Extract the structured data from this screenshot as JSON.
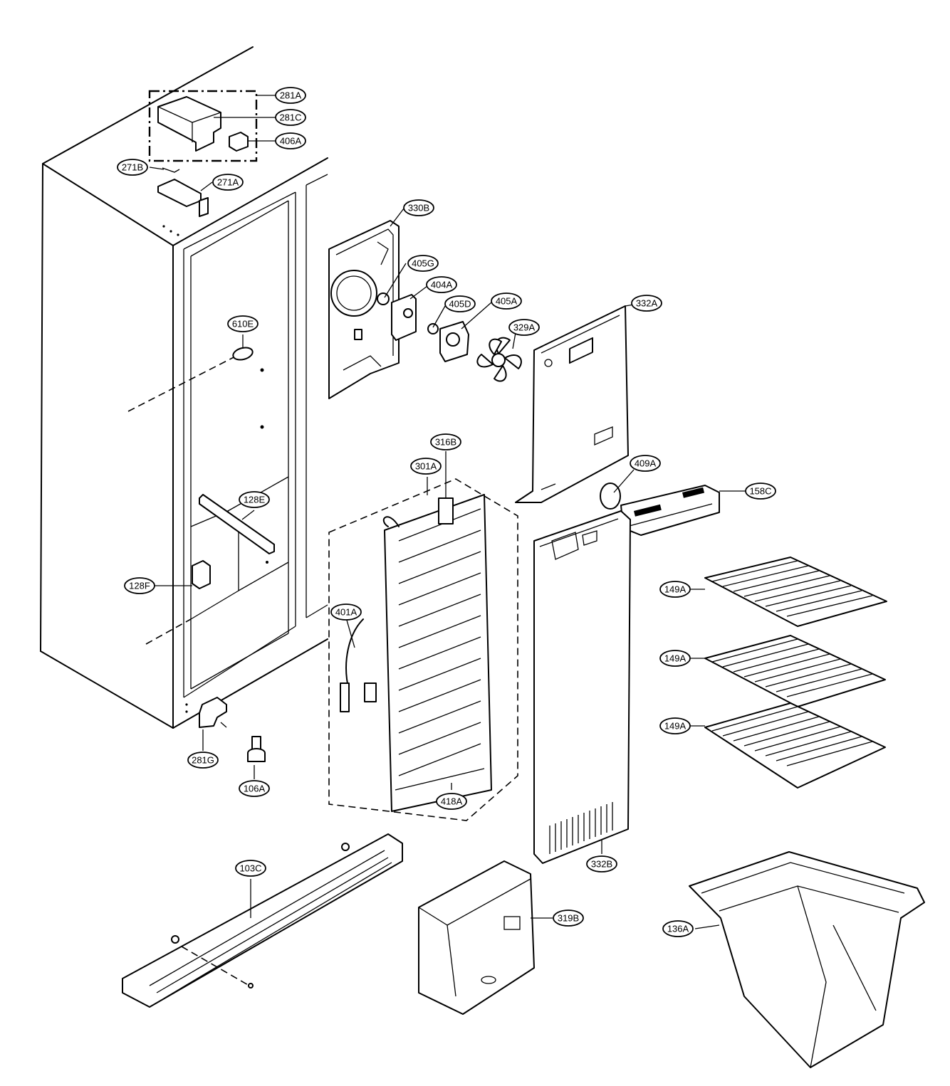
{
  "diagram": {
    "callouts": [
      {
        "id": "281A",
        "label": "281A"
      },
      {
        "id": "281C",
        "label": "281C"
      },
      {
        "id": "406A",
        "label": "406A"
      },
      {
        "id": "271B",
        "label": "271B"
      },
      {
        "id": "271A",
        "label": "271A"
      },
      {
        "id": "330B",
        "label": "330B"
      },
      {
        "id": "405G",
        "label": "405G"
      },
      {
        "id": "404A",
        "label": "404A"
      },
      {
        "id": "405D",
        "label": "405D"
      },
      {
        "id": "405A",
        "label": "405A"
      },
      {
        "id": "332A",
        "label": "332A"
      },
      {
        "id": "329A",
        "label": "329A"
      },
      {
        "id": "610E",
        "label": "610E"
      },
      {
        "id": "316B",
        "label": "316B"
      },
      {
        "id": "301A",
        "label": "301A"
      },
      {
        "id": "409A",
        "label": "409A"
      },
      {
        "id": "158C",
        "label": "158C"
      },
      {
        "id": "128E",
        "label": "128E"
      },
      {
        "id": "128F",
        "label": "128F"
      },
      {
        "id": "149A_1",
        "label": "149A"
      },
      {
        "id": "401A",
        "label": "401A"
      },
      {
        "id": "149A_2",
        "label": "149A"
      },
      {
        "id": "149A_3",
        "label": "149A"
      },
      {
        "id": "281G",
        "label": "281G"
      },
      {
        "id": "106A",
        "label": "106A"
      },
      {
        "id": "418A",
        "label": "418A"
      },
      {
        "id": "332B",
        "label": "332B"
      },
      {
        "id": "103C",
        "label": "103C"
      },
      {
        "id": "319B",
        "label": "319B"
      },
      {
        "id": "136A",
        "label": "136A"
      }
    ]
  }
}
